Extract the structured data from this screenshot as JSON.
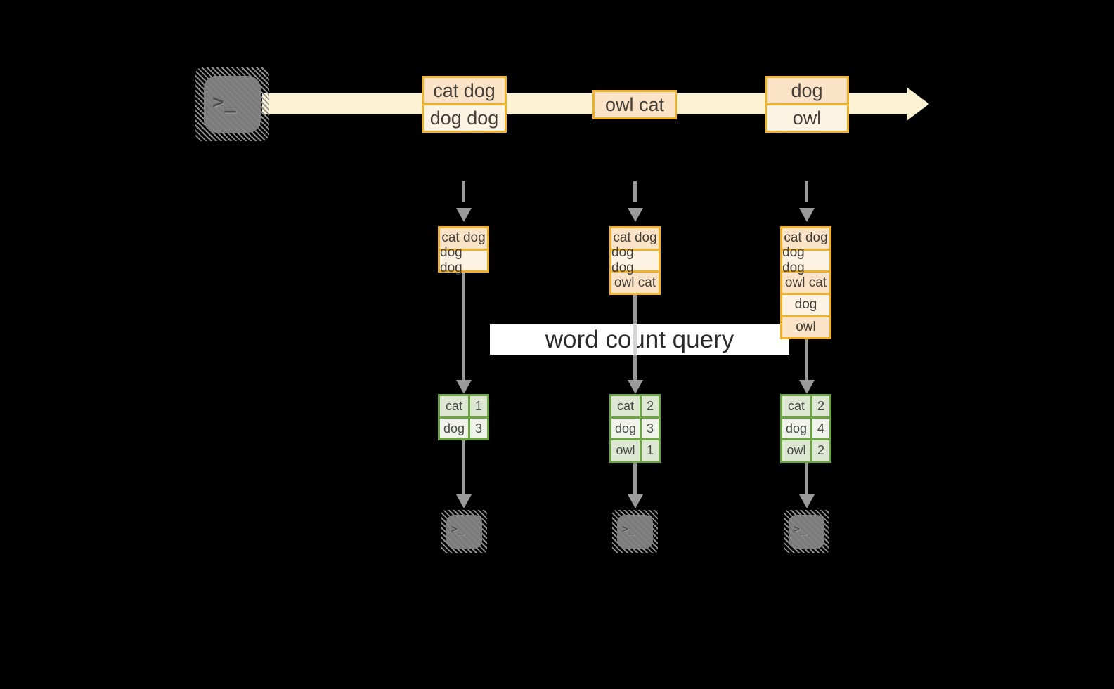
{
  "query_label": "word count query",
  "terminal_prompt": ">_",
  "stream": {
    "batches": [
      {
        "items": [
          "cat dog",
          "dog dog"
        ]
      },
      {
        "items": [
          "owl cat"
        ]
      },
      {
        "items": [
          "dog",
          "owl"
        ]
      }
    ]
  },
  "snapshots": [
    {
      "received": [
        "cat dog",
        "dog dog"
      ],
      "counts": [
        [
          "cat",
          "1"
        ],
        [
          "dog",
          "3"
        ]
      ]
    },
    {
      "received": [
        "cat dog",
        "dog dog",
        "owl cat"
      ],
      "counts": [
        [
          "cat",
          "2"
        ],
        [
          "dog",
          "3"
        ],
        [
          "owl",
          "1"
        ]
      ]
    },
    {
      "received": [
        "cat dog",
        "dog dog",
        "owl cat",
        "dog",
        "owl"
      ],
      "counts": [
        [
          "cat",
          "2"
        ],
        [
          "dog",
          "4"
        ],
        [
          "owl",
          "2"
        ]
      ]
    }
  ],
  "colors": {
    "background": "#000000",
    "stream_band": "#fcf3d4",
    "box_border": "#f0b02a",
    "box_fill_peach": "#fbe3c7",
    "box_fill_cream": "#fdf3e3",
    "table_border": "#6ba543",
    "table_fill_dark": "#dde7d2",
    "table_fill_light": "#eff3ea",
    "arrow_gray": "#9a9a9a",
    "terminal_gray": "#7b7b7b",
    "label_bg": "#ffffff",
    "label_text": "#2b2b2b"
  }
}
